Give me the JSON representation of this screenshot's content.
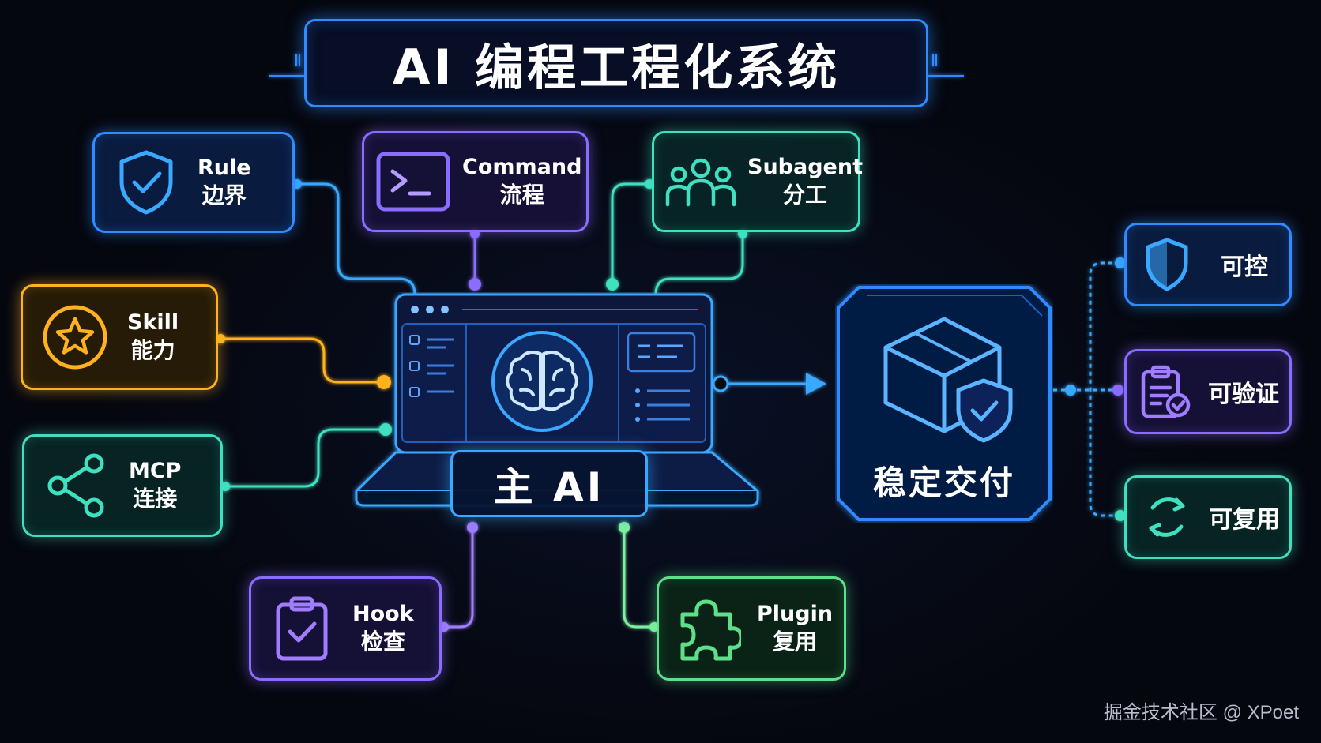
{
  "title": "AI 编程工程化系统",
  "center": {
    "label": "主 AI"
  },
  "nodes": {
    "rule": {
      "en": "Rule",
      "zh": "边界"
    },
    "command": {
      "en": "Command",
      "zh": "流程"
    },
    "subagent": {
      "en": "Subagent",
      "zh": "分工"
    },
    "skill": {
      "en": "Skill",
      "zh": "能力"
    },
    "mcp": {
      "en": "MCP",
      "zh": "连接"
    },
    "hook": {
      "en": "Hook",
      "zh": "检查"
    },
    "plugin": {
      "en": "Plugin",
      "zh": "复用"
    }
  },
  "delivery": {
    "label": "稳定交付"
  },
  "outcomes": [
    {
      "label": "可控"
    },
    {
      "label": "可验证"
    },
    {
      "label": "可复用"
    }
  ],
  "watermark": "掘金技术社区 @ XPoet",
  "colors": {
    "blue": "#2f8bff",
    "purple": "#8a6cff",
    "teal": "#3fe0c0",
    "orange": "#ffb21e",
    "green": "#5ee08a",
    "background": "#05070f"
  }
}
